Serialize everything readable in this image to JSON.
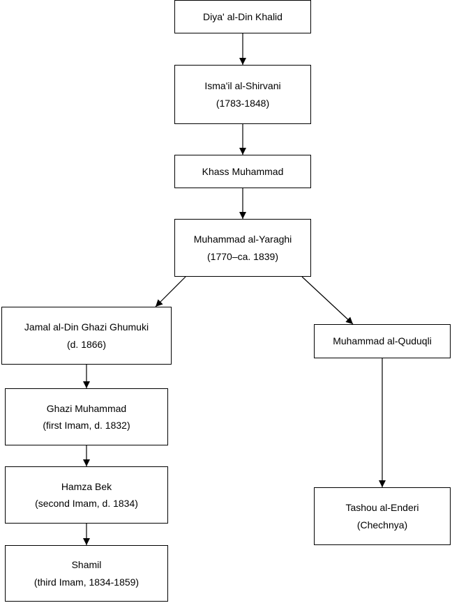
{
  "nodes": {
    "diya": {
      "name": "Diya' al-Din Khalid"
    },
    "ismail": {
      "name": "Isma'il al-Shirvani",
      "detail": "(1783-1848)"
    },
    "khass": {
      "name": "Khass Muhammad"
    },
    "yaraghi": {
      "name": "Muhammad al-Yaraghi",
      "detail": "(1770–ca. 1839)"
    },
    "jamal": {
      "name": "Jamal al-Din Ghazi Ghumuki",
      "detail": "(d. 1866)"
    },
    "ghazi": {
      "name": "Ghazi Muhammad",
      "detail": "(first Imam, d. 1832)"
    },
    "hamza": {
      "name": "Hamza Bek",
      "detail": "(second Imam, d. 1834)"
    },
    "shamil": {
      "name": "Shamil",
      "detail": "(third Imam, 1834-1859)"
    },
    "quduqli": {
      "name": "Muhammad al-Quduqli"
    },
    "tashou": {
      "name": "Tashou al-Enderi",
      "detail": "(Chechnya)"
    }
  },
  "edges": [
    {
      "from": "diya",
      "to": "ismail"
    },
    {
      "from": "ismail",
      "to": "khass"
    },
    {
      "from": "khass",
      "to": "yaraghi"
    },
    {
      "from": "yaraghi",
      "to": "jamal"
    },
    {
      "from": "yaraghi",
      "to": "quduqli"
    },
    {
      "from": "jamal",
      "to": "ghazi"
    },
    {
      "from": "ghazi",
      "to": "hamza"
    },
    {
      "from": "hamza",
      "to": "shamil"
    },
    {
      "from": "quduqli",
      "to": "tashou"
    }
  ]
}
